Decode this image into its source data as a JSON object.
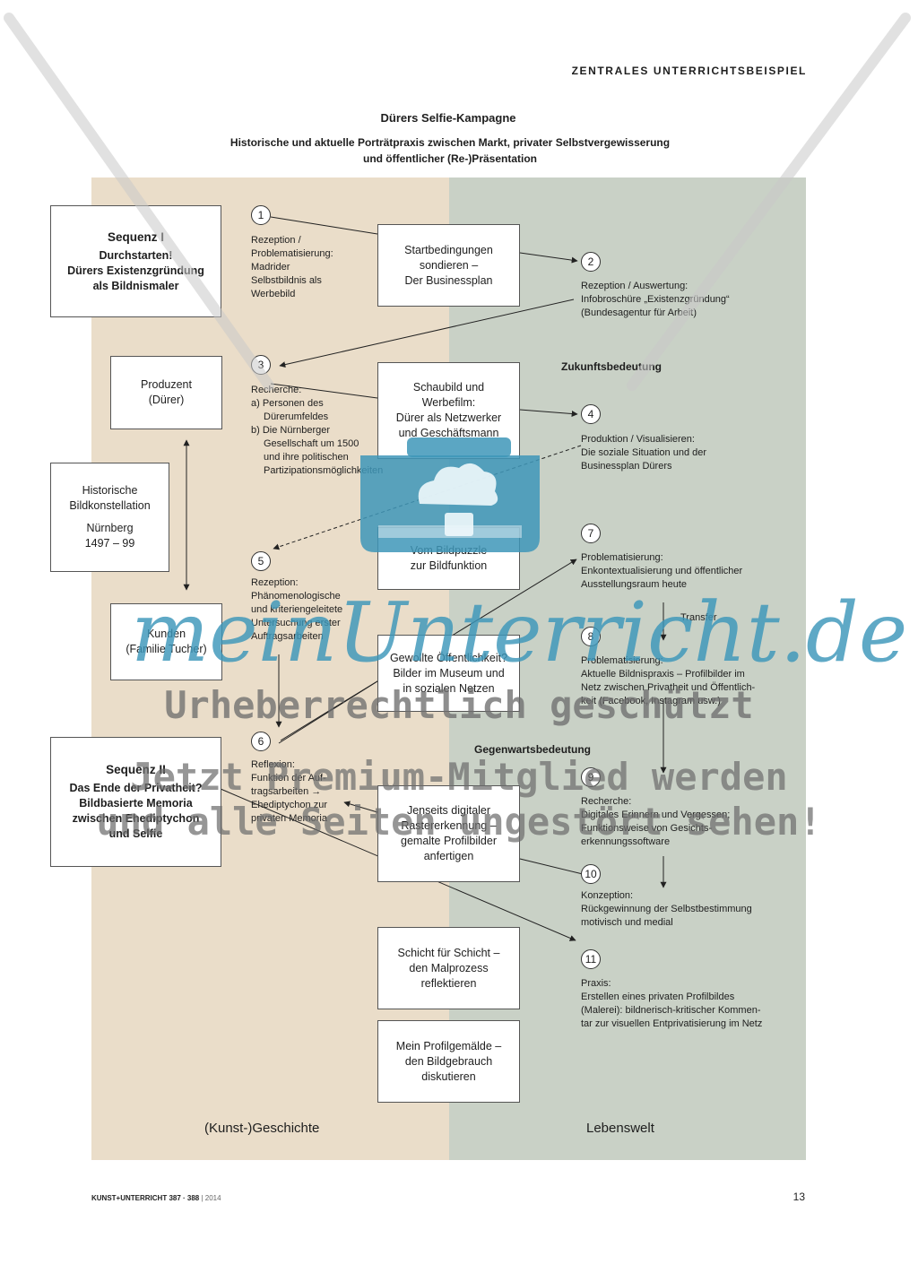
{
  "header": {
    "section": "ZENTRALES UNTERRICHTSBEISPIEL"
  },
  "title": "Dürers Selfie-Kampagne",
  "subtitle": [
    "Historische und aktuelle Porträtpraxis zwischen Markt, privater Selbstvergewisserung",
    "und öffentlicher (Re-)Präsentation"
  ],
  "colors": {
    "left_zone": "#eaddc9",
    "right_zone": "#c9d1c6",
    "watermark_blue": "#3e96b9"
  },
  "sequences": {
    "s1": {
      "title": "Sequenz I",
      "lines": [
        "Durchstarten!",
        "Dürers Existenzgründung",
        "als Bildnismaler"
      ]
    },
    "s2": {
      "title": "Sequenz II",
      "lines": [
        "Das Ende der Privatheit?",
        "Bildbasierte Memoria",
        "zwischen Ehediptychon",
        "und Selfie"
      ]
    }
  },
  "left_boxes": {
    "producer": [
      "Produzent",
      "(Dürer)"
    ],
    "constellation": [
      "Historische",
      "Bildkonstellation",
      "Nürnberg",
      "1497 – 99"
    ],
    "customers": [
      "Kunden",
      "(Familie Tucher)"
    ]
  },
  "center_boxes": {
    "b1": [
      "Startbedingungen",
      "sondieren –",
      "Der Businessplan"
    ],
    "b2": [
      "Schaubild und",
      "Werbefilm:",
      "Dürer als Netzwerker",
      "und Geschäftsmann"
    ],
    "b3": [
      "Vom Bildpuzzle",
      "zur Bildfunktion"
    ],
    "b4": [
      "Gewollte Öffentlichkeit?",
      "Bilder im Museum und",
      "in sozialen Netzen"
    ],
    "b5": [
      "Jenseits digitaler",
      "Rastererkennung –",
      "gemalte Profilbilder",
      "anfertigen"
    ],
    "b6": [
      "Schicht für Schicht –",
      "den Malprozess",
      "reflektieren"
    ],
    "b7": [
      "Mein Profilgemälde –",
      "den Bildgebrauch",
      "diskutieren"
    ]
  },
  "steps": {
    "n1": {
      "num": "1",
      "lines": [
        "Rezeption /",
        "Problematisierung:",
        "Madrider",
        "Selbstbildnis als",
        "Werbebild"
      ]
    },
    "n2": {
      "num": "2",
      "lines": [
        "Rezeption / Auswertung:",
        "Infobroschüre „Existenzgründung“",
        "(Bundesagentur für Arbeit)"
      ]
    },
    "n3": {
      "num": "3",
      "lines": [
        "Recherche:",
        "a)  Personen des Dürerumfeldes",
        "b)  Die Nürnberger Gesellschaft um 1500 und ihre politischen Partizipationsmöglichkeiten"
      ]
    },
    "n4": {
      "num": "4",
      "lines": [
        "Produktion / Visualisieren:",
        "Die soziale Situation und der",
        "Businessplan Dürers"
      ]
    },
    "n5": {
      "num": "5",
      "lines": [
        "Rezeption:",
        "Phänomenologische",
        "und kriteriengeleitete",
        "Untersuchung erster",
        "Auftragsarbeiten"
      ]
    },
    "n6": {
      "num": "6",
      "lines": [
        "Reflexion:",
        "Funktion der Auf-",
        "tragsarbeiten →",
        "Ehediptychon zur",
        "privaten Memoria"
      ]
    },
    "n7": {
      "num": "7",
      "lines": [
        "Problematisierung:",
        "Enkontextualisierung und öffentlicher",
        "Ausstellungsraum heute"
      ]
    },
    "n8": {
      "num": "8",
      "lines": [
        "Problematisierung:",
        "Aktuelle Bildnispraxis – Profilbilder im",
        "Netz zwischen Privatheit und Öffentlich-",
        "keit (Facebook, Instagram usw.)"
      ]
    },
    "n9": {
      "num": "9",
      "lines": [
        "Recherche:",
        "Digitales Erinnern und Vergessen;",
        "Funktionsweise von Gesichts-",
        "erkennungssoftware"
      ]
    },
    "n10": {
      "num": "10",
      "lines": [
        "Konzeption:",
        "Rückgewinnung der Selbstbestimmung",
        "motivisch und medial"
      ]
    },
    "n11": {
      "num": "11",
      "lines": [
        "Praxis:",
        "Erstellen eines privaten Profilbildes",
        "(Malerei): bildnerisch-kritischer Kommen-",
        "tar zur visuellen Entprivatisierung im Netz"
      ]
    }
  },
  "labels": {
    "future": "Zukunftsbedeutung",
    "present": "Gegenwartsbedeutung",
    "transfer": "Transfer"
  },
  "zones": {
    "left": "(Kunst-)Geschichte",
    "right": "Lebenswelt"
  },
  "footer": {
    "journal": "KUNST+UNTERRICHT 387 · 388",
    "year": "| 2014",
    "page": "13"
  },
  "watermark": {
    "logo": "meinUnterricht.de",
    "line1": "Urheberrechtlich geschützt",
    "line2": "Jetzt Premium-Mitglied werden",
    "line3": "und alle Seiten ungestört sehen!"
  }
}
